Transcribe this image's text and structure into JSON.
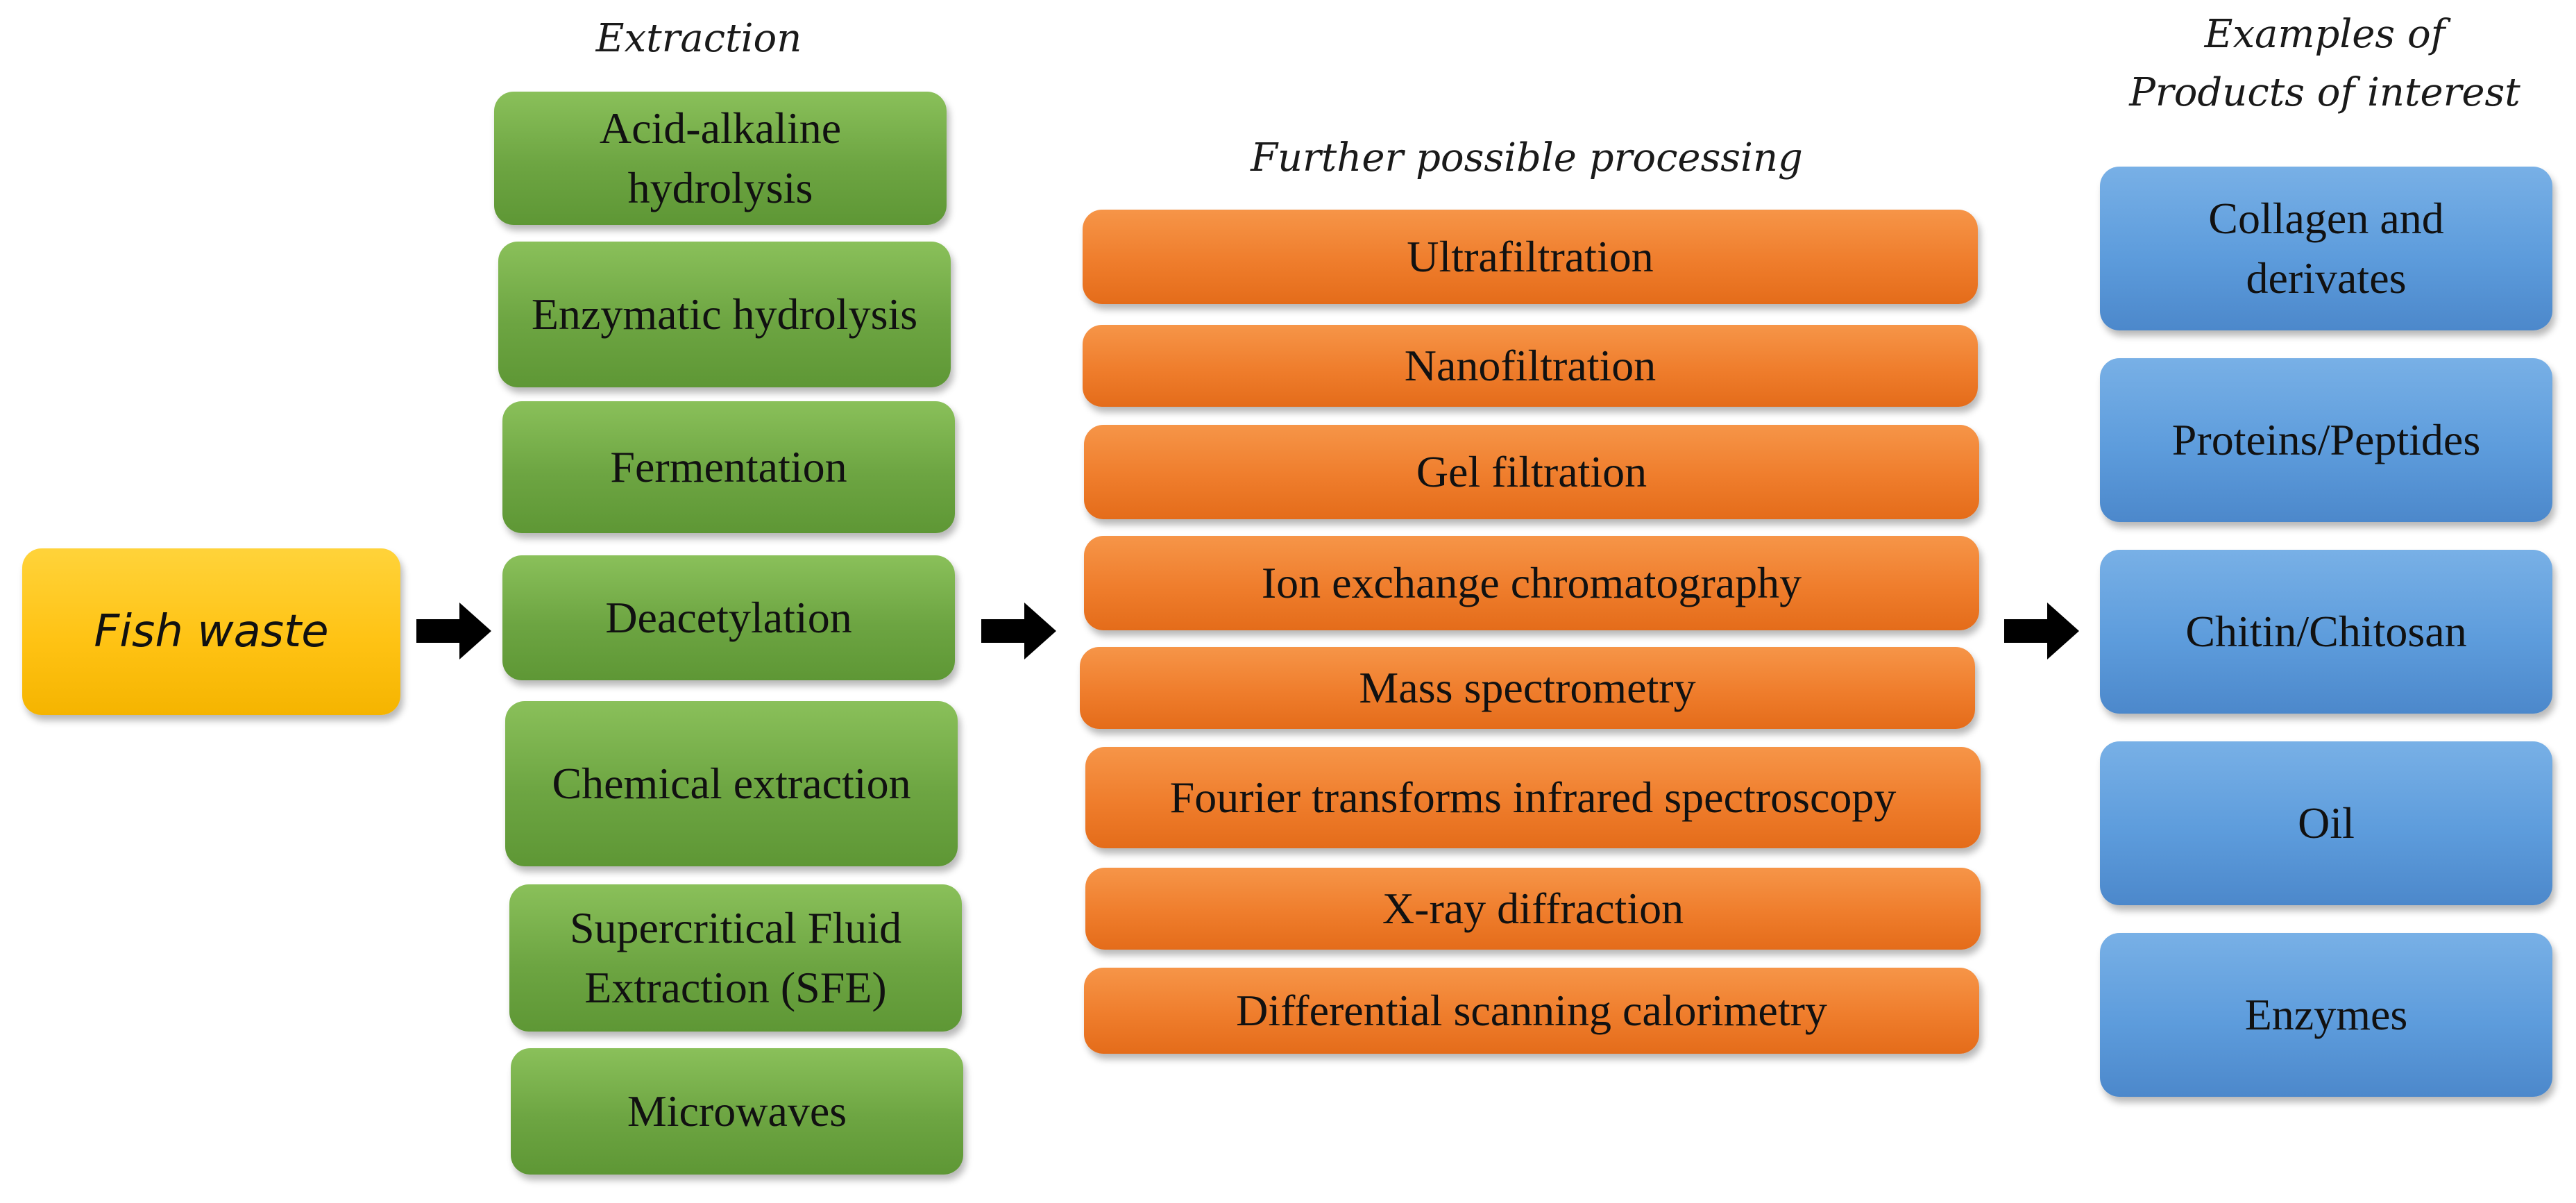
{
  "headings": {
    "extraction": "Extraction",
    "processing": "Further possible processing",
    "products": "Examples of\nProducts of interest"
  },
  "source": {
    "label": "Fish waste"
  },
  "extraction_methods": [
    "Acid-alkaline hydrolysis",
    "Enzymatic hydrolysis",
    "Fermentation",
    "Deacetylation",
    "Chemical extraction",
    "Supercritical Fluid Extraction (SFE)",
    "Microwaves"
  ],
  "processing_methods": [
    "Ultrafiltration",
    "Nanofiltration",
    "Gel filtration",
    "Ion exchange chromatography",
    "Mass spectrometry",
    "Fourier transforms infrared spectroscopy",
    "X-ray diffraction",
    "Differential scanning calorimetry"
  ],
  "products": [
    "Collagen and derivates",
    "Proteins/Peptides",
    "Chitin/Chitosan",
    "Oil",
    "Enzymes"
  ],
  "colors": {
    "source": "#ffc314",
    "extraction": "#6da542",
    "processing": "#ef7d2c",
    "products": "#5d9cdc",
    "arrow": "#000000"
  },
  "icons": {
    "flow_arrow": "right-arrow-icon"
  }
}
